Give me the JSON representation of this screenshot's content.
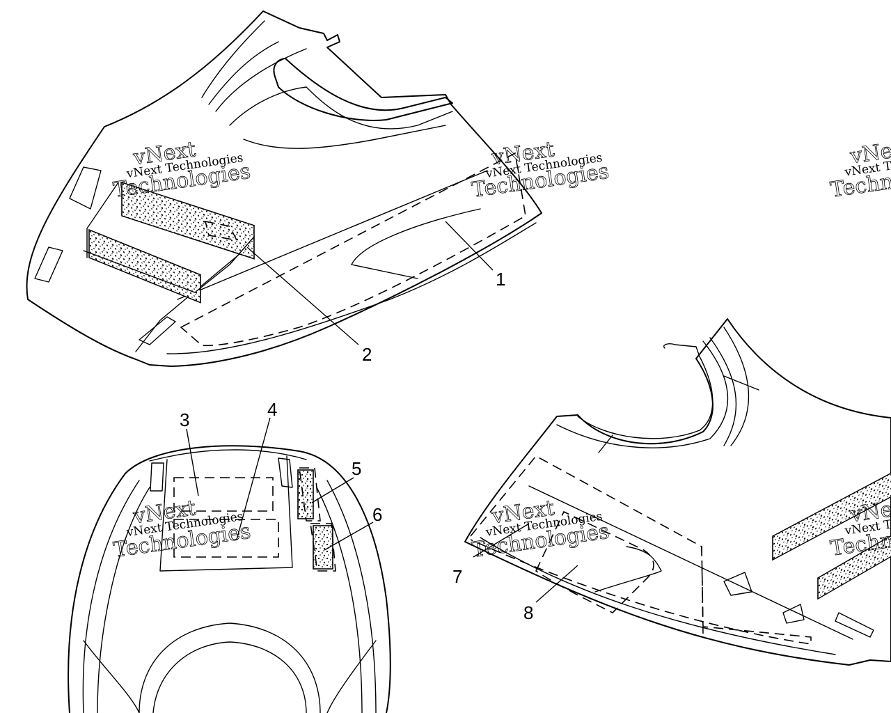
{
  "watermark": {
    "company": "vNext Technologies",
    "brand_top": "vNext",
    "brand_bottom": "Technologies"
  },
  "callouts": [
    "1",
    "2",
    "3",
    "4",
    "5",
    "6",
    "7",
    "8"
  ],
  "views": [
    "upper-left-hood",
    "top-view-hood",
    "right-side-hood"
  ]
}
